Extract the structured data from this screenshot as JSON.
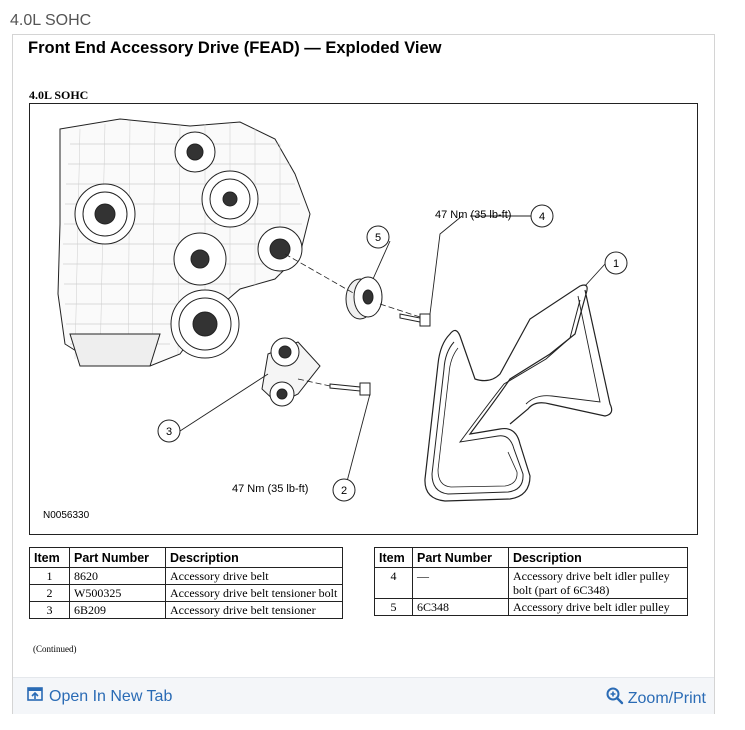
{
  "page": {
    "heading": "4.0L SOHC"
  },
  "card": {
    "title": "Front End Accessory Drive (FEAD) — Exploded View",
    "subheading": "4.0L SOHC"
  },
  "figure": {
    "figure_id": "N0056330",
    "torque_upper": "47 Nm (35 lb-ft)",
    "torque_lower": "47 Nm (35 lb-ft)",
    "callouts": [
      "1",
      "2",
      "3",
      "4",
      "5"
    ]
  },
  "table_left": {
    "headers": [
      "Item",
      "Part Number",
      "Description"
    ],
    "rows": [
      {
        "item": "1",
        "part_number": "8620",
        "description": "Accessory drive belt"
      },
      {
        "item": "2",
        "part_number": "W500325",
        "description": "Accessory drive belt tensioner bolt"
      },
      {
        "item": "3",
        "part_number": "6B209",
        "description": "Accessory drive belt tensioner"
      }
    ],
    "continued": "(Continued)"
  },
  "table_right": {
    "headers": [
      "Item",
      "Part Number",
      "Description"
    ],
    "rows": [
      {
        "item": "4",
        "part_number": "—",
        "description": "Accessory drive belt idler pulley bolt (part of 6C348)"
      },
      {
        "item": "5",
        "part_number": "6C348",
        "description": "Accessory drive belt idler pulley"
      }
    ]
  },
  "footer": {
    "open_tab_label": "Open In New Tab",
    "zoom_print_label": "Zoom/Print",
    "open_tab_icon": "open-new-tab-icon",
    "zoom_icon": "magnifier-plus-icon",
    "link_color": "#2a6bb5"
  }
}
